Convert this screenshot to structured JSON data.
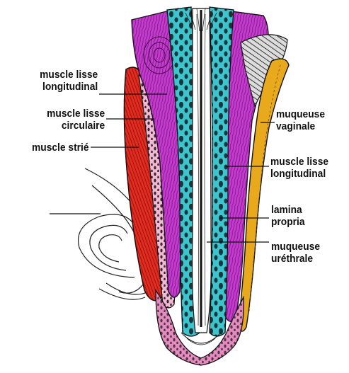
{
  "labels": {
    "muscle_lisse_longitudinal_left": [
      "muscle lisse",
      "longitudinal"
    ],
    "muscle_lisse_circulaire": [
      "muscle lisse",
      "circulaire"
    ],
    "muscle_strie": [
      "muscle strié"
    ],
    "muqueuse_vaginale": [
      "muqueuse",
      "vaginale"
    ],
    "muscle_lisse_longitudinal_right": [
      "muscle lisse",
      "longitudinal"
    ],
    "lamina_propria": [
      "lamina",
      "propria"
    ],
    "muqueuse_urethrale": [
      "muqueuse",
      "uréthrale"
    ]
  },
  "colors": {
    "striated_muscle": "#e52b1f",
    "circular_muscle": "#f2b8d4",
    "longitudinal_muscle": "#c63ad0",
    "lamina_propria": "#3cc4cf",
    "urethral_mucosa": "#e58bbf",
    "vaginal_mucosa": "#e8a91c",
    "outline": "#111111"
  }
}
